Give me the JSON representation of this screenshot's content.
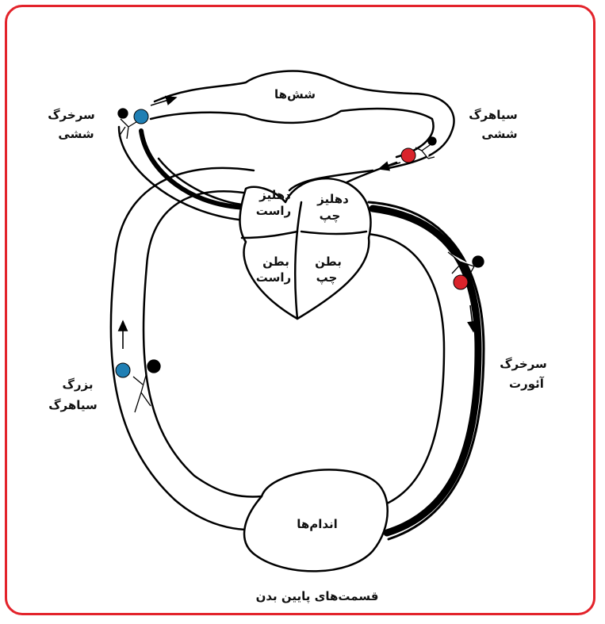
{
  "labels": {
    "lungs": "شش‌ها",
    "pulmonary_artery_1": "سرخرگ",
    "pulmonary_artery_2": "ششی",
    "pulmonary_vein_1": "سیاهرگ",
    "pulmonary_vein_2": "ششی",
    "right_atrium_1": "دهلیز",
    "right_atrium_2": "راست",
    "left_atrium_1": "دهلیز",
    "left_atrium_2": "چپ",
    "right_ventricle_1": "بطن",
    "right_ventricle_2": "راست",
    "left_ventricle_1": "بطن",
    "left_ventricle_2": "چپ",
    "vena_cava_1": "بزرگ",
    "vena_cava_2": "سیاهرگ",
    "aorta_1": "سرخرگ",
    "aorta_2": "آئورت",
    "limbs": "اندام‌ها",
    "lower_body": "قسمت‌های پایین بدن"
  },
  "colors": {
    "frame": "#e3232b",
    "oxygenated_ball": "#d9232b",
    "deoxygenated_ball": "#1f7fb4",
    "vessel_outline": "#000000"
  },
  "icons": {
    "pusher": "person-pushing-ball-icon",
    "arrow": "flow-arrow-icon"
  }
}
